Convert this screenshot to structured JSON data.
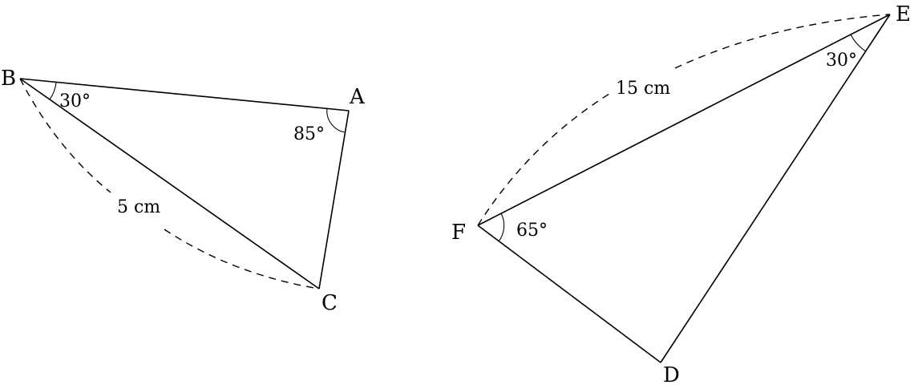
{
  "triangle_abc": {
    "vertices": {
      "a": "A",
      "b": "B",
      "c": "C"
    },
    "angles": {
      "b": "30°",
      "a": "85°"
    },
    "side_bc": "5 cm"
  },
  "triangle_def": {
    "vertices": {
      "d": "D",
      "e": "E",
      "f": "F"
    },
    "angles": {
      "e": "30°",
      "f": "65°"
    },
    "side_ef": "15 cm"
  }
}
